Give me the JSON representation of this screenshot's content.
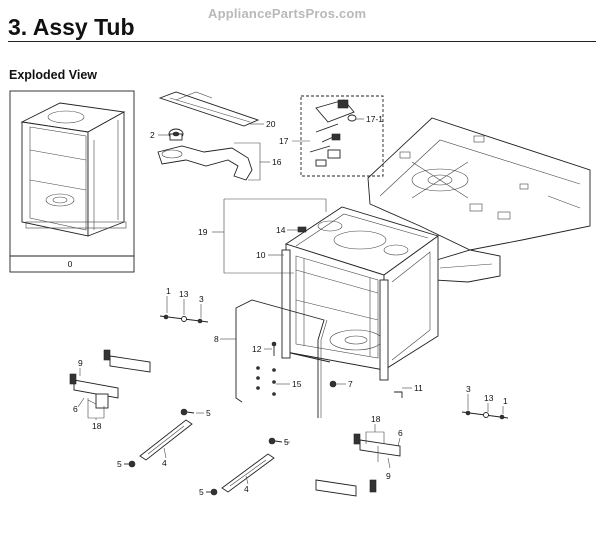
{
  "watermark": "AppliancePartsPros.com",
  "section_title": "3.  Assy Tub",
  "view_title": "Exploded View",
  "inset_label": "0",
  "callouts": {
    "c1a": "1",
    "c1b": "1",
    "c2": "2",
    "c3a": "3",
    "c3b": "3",
    "c4a": "4",
    "c4b": "4",
    "c5a": "5",
    "c5b": "5",
    "c5c": "5",
    "c5d": "5",
    "c6a": "6",
    "c6b": "6",
    "c7": "7",
    "c8": "8",
    "c9a": "9",
    "c9b": "9",
    "c10": "10",
    "c11": "11",
    "c12": "12",
    "c13a": "13",
    "c13b": "13",
    "c14": "14",
    "c15": "15",
    "c16": "16",
    "c17": "17",
    "c171": "17-1",
    "c18a": "18",
    "c18b": "18",
    "c19": "19",
    "c20": "20"
  }
}
